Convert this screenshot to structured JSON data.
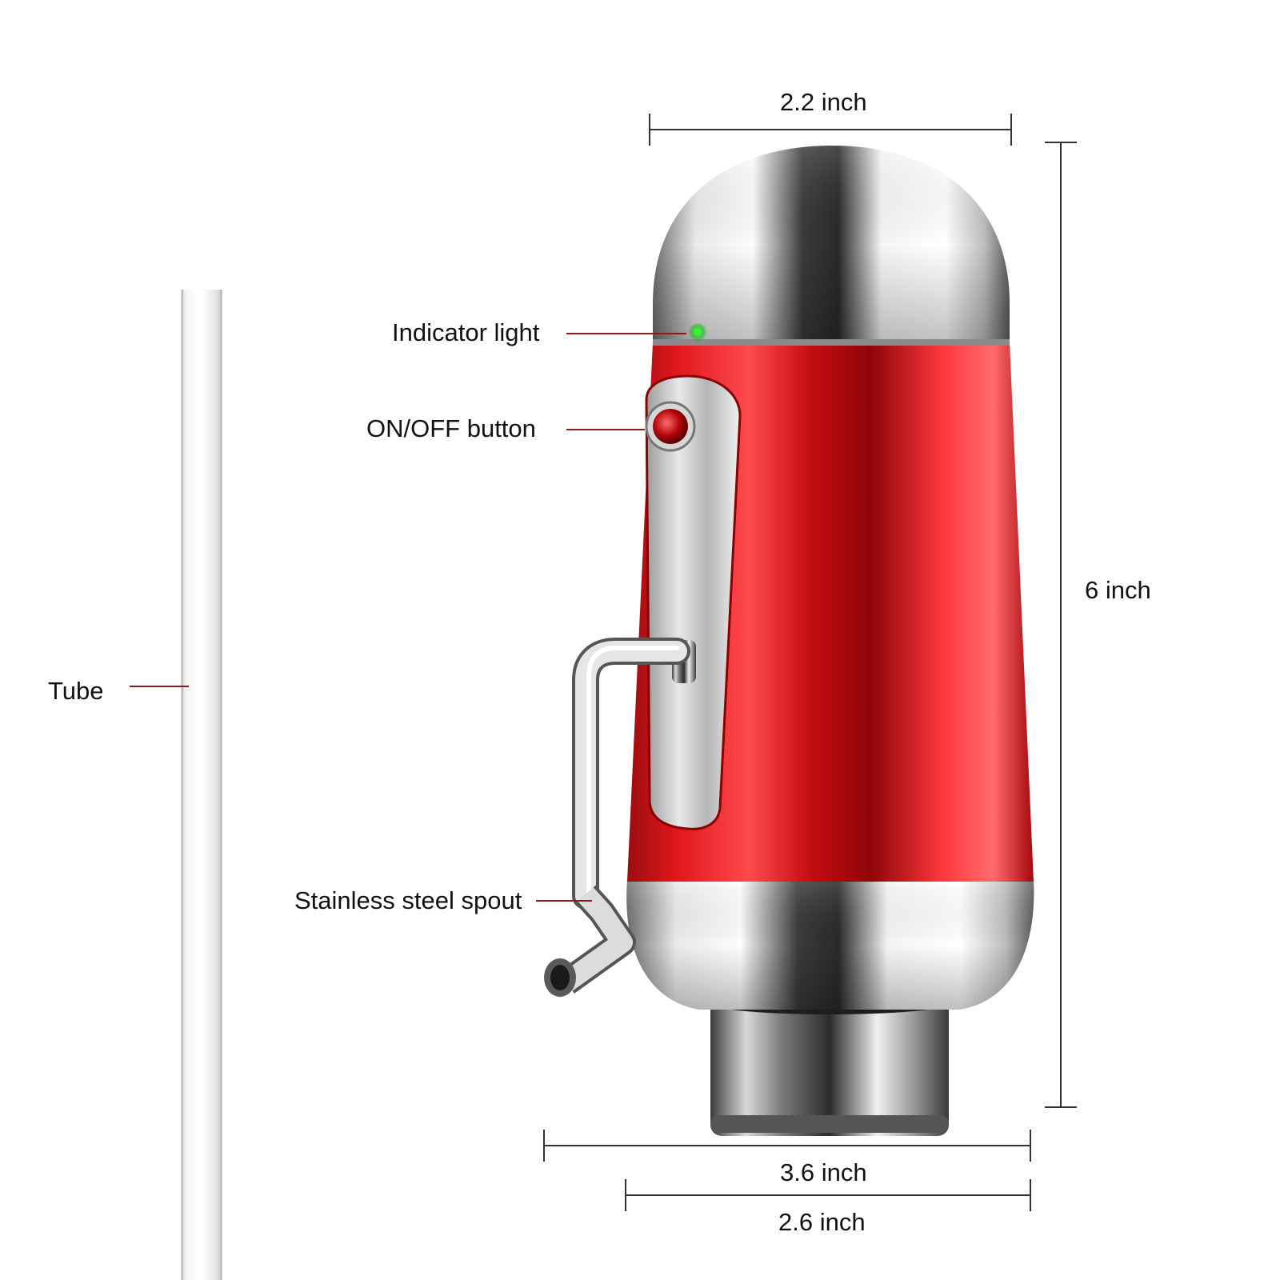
{
  "labels": {
    "tube": "Tube",
    "indicator_light": "Indicator light",
    "on_off_button": "ON/OFF button",
    "spout": "Stainless steel spout"
  },
  "dimensions": {
    "top_width": "2.2 inch",
    "height": "6 inch",
    "bottom_width_outer": "3.6 inch",
    "bottom_width_inner": "2.6 inch"
  },
  "colors": {
    "body_red": "#e01c22",
    "chrome": "#c8c8c8",
    "indicator_green": "#2bdc2b",
    "leader_line": "#8b1a1a",
    "dimension_line": "#333333"
  }
}
